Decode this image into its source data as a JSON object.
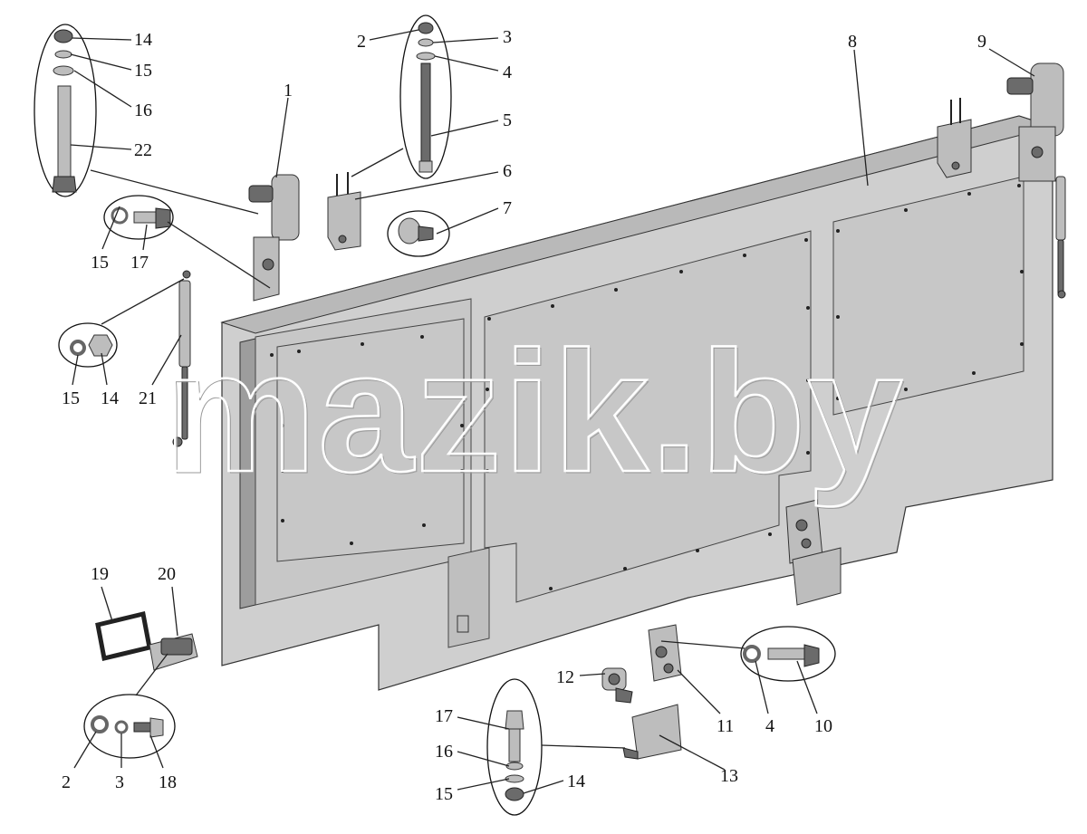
{
  "watermark": "mazik.by",
  "callouts": [
    "1",
    "2",
    "3",
    "4",
    "5",
    "6",
    "7",
    "8",
    "9",
    "10",
    "11",
    "12",
    "13",
    "14",
    "15",
    "16",
    "17",
    "18",
    "19",
    "20",
    "21",
    "22"
  ],
  "labels": [
    {
      "id": "l14a",
      "text": "14"
    },
    {
      "id": "l15a",
      "text": "15"
    },
    {
      "id": "l16a",
      "text": "16"
    },
    {
      "id": "l22",
      "text": "22"
    },
    {
      "id": "l1",
      "text": "1"
    },
    {
      "id": "l2a",
      "text": "2"
    },
    {
      "id": "l3a",
      "text": "3"
    },
    {
      "id": "l4a",
      "text": "4"
    },
    {
      "id": "l5",
      "text": "5"
    },
    {
      "id": "l6",
      "text": "6"
    },
    {
      "id": "l7",
      "text": "7"
    },
    {
      "id": "l8",
      "text": "8"
    },
    {
      "id": "l9",
      "text": "9"
    },
    {
      "id": "l15b",
      "text": "15"
    },
    {
      "id": "l17a",
      "text": "17"
    },
    {
      "id": "l15c",
      "text": "15"
    },
    {
      "id": "l14b",
      "text": "14"
    },
    {
      "id": "l21",
      "text": "21"
    },
    {
      "id": "l19",
      "text": "19"
    },
    {
      "id": "l20",
      "text": "20"
    },
    {
      "id": "l2b",
      "text": "2"
    },
    {
      "id": "l3b",
      "text": "3"
    },
    {
      "id": "l18",
      "text": "18"
    },
    {
      "id": "l12",
      "text": "12"
    },
    {
      "id": "l11",
      "text": "11"
    },
    {
      "id": "l4b",
      "text": "4"
    },
    {
      "id": "l10",
      "text": "10"
    },
    {
      "id": "l17b",
      "text": "17"
    },
    {
      "id": "l16b",
      "text": "16"
    },
    {
      "id": "l15d",
      "text": "15"
    },
    {
      "id": "l14c",
      "text": "14"
    },
    {
      "id": "l13",
      "text": "13"
    }
  ]
}
